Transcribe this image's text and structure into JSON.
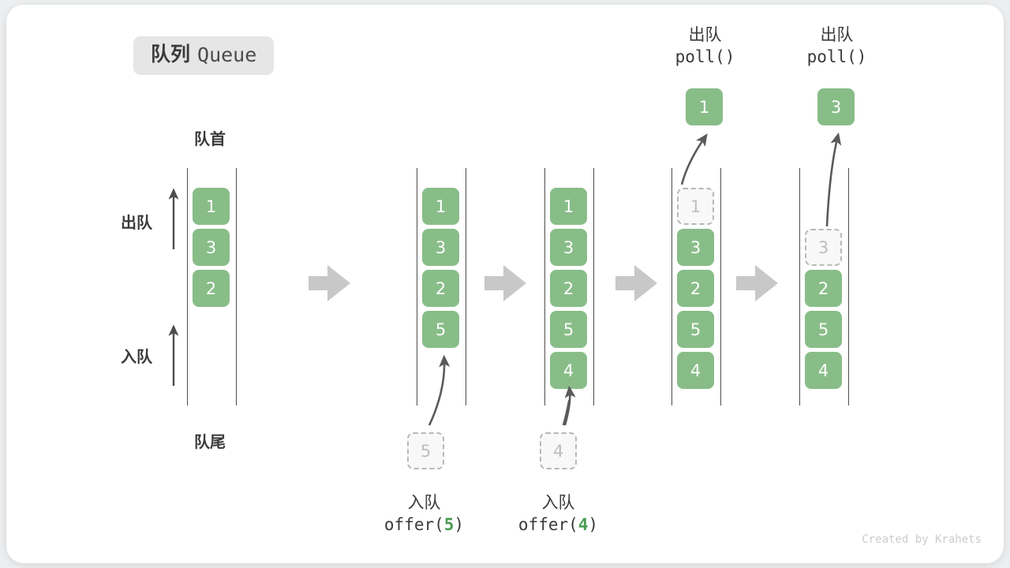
{
  "title": {
    "cn": "队列",
    "en": "Queue"
  },
  "credit": "Created by Krahets",
  "colors": {
    "element_fill": "#88bd88",
    "element_text": "#ffffff",
    "ghost_fill": "#f8f8f8",
    "ghost_border": "#b8b8b8",
    "ghost_text": "#bdbdbd",
    "rail": "#4d4d4d",
    "arrow_gray": "#c8c8c8",
    "curve_arrow": "#5a5a5a",
    "badge_bg": "#e6e6e6",
    "text_dark": "#3a3a3a",
    "accent_green_text": "#4a9c52",
    "card_bg": "#ffffff",
    "page_bg": "#eceef0"
  },
  "side_labels": {
    "front": "队首",
    "rear": "队尾",
    "dequeue": "出队",
    "enqueue": "入队"
  },
  "stages": [
    {
      "id": "initial",
      "cells": [
        {
          "value": "1",
          "state": "filled"
        },
        {
          "value": "3",
          "state": "filled"
        },
        {
          "value": "2",
          "state": "filled"
        }
      ],
      "caption_top": null,
      "caption_bottom": null,
      "incoming": null,
      "outgoing": null
    },
    {
      "id": "offer-5",
      "cells": [
        {
          "value": "1",
          "state": "filled"
        },
        {
          "value": "3",
          "state": "filled"
        },
        {
          "value": "2",
          "state": "filled"
        },
        {
          "value": "5",
          "state": "filled"
        }
      ],
      "caption_top": null,
      "caption_bottom": {
        "cn": "入队",
        "code_prefix": "offer(",
        "code_arg": "5",
        "code_suffix": ")"
      },
      "incoming": {
        "value": "5",
        "state": "ghost"
      },
      "outgoing": null
    },
    {
      "id": "offer-4",
      "cells": [
        {
          "value": "1",
          "state": "filled"
        },
        {
          "value": "3",
          "state": "filled"
        },
        {
          "value": "2",
          "state": "filled"
        },
        {
          "value": "5",
          "state": "filled"
        },
        {
          "value": "4",
          "state": "filled"
        }
      ],
      "caption_top": null,
      "caption_bottom": {
        "cn": "入队",
        "code_prefix": "offer(",
        "code_arg": "4",
        "code_suffix": ")"
      },
      "incoming": {
        "value": "4",
        "state": "ghost"
      },
      "outgoing": null
    },
    {
      "id": "poll-1",
      "cells": [
        {
          "value": "1",
          "state": "ghost"
        },
        {
          "value": "3",
          "state": "filled"
        },
        {
          "value": "2",
          "state": "filled"
        },
        {
          "value": "5",
          "state": "filled"
        },
        {
          "value": "4",
          "state": "filled"
        }
      ],
      "caption_top": {
        "cn": "出队",
        "code_prefix": "poll(",
        "code_arg": "",
        "code_suffix": ")"
      },
      "caption_bottom": null,
      "incoming": null,
      "outgoing": {
        "value": "1",
        "state": "filled"
      }
    },
    {
      "id": "poll-3",
      "cells": [
        {
          "value": "",
          "state": "empty"
        },
        {
          "value": "3",
          "state": "ghost"
        },
        {
          "value": "2",
          "state": "filled"
        },
        {
          "value": "5",
          "state": "filled"
        },
        {
          "value": "4",
          "state": "filled"
        }
      ],
      "caption_top": {
        "cn": "出队",
        "code_prefix": "poll(",
        "code_arg": "",
        "code_suffix": ")"
      },
      "caption_bottom": null,
      "incoming": null,
      "outgoing": {
        "value": "3",
        "state": "filled"
      }
    }
  ],
  "transition_arrows": 4
}
